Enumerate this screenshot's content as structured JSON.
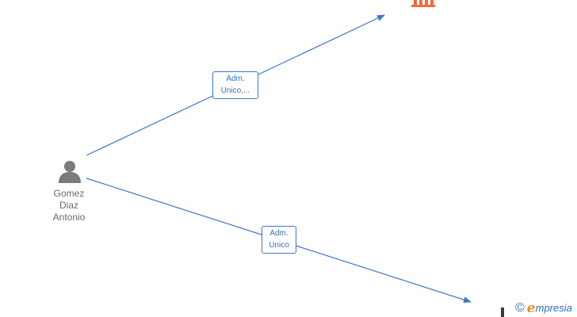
{
  "person": {
    "icon": "person-icon",
    "name_lines": [
      "Gomez",
      "Diaz",
      "Antonio"
    ]
  },
  "company": {
    "icon": "company-building-icon",
    "color": "#f26b3a"
  },
  "edges": [
    {
      "label_lines": [
        "Adm.",
        "Unico,..."
      ]
    },
    {
      "label_lines": [
        "Adm.",
        "Unico"
      ]
    }
  ],
  "colors": {
    "edge": "#3a78c8",
    "label_text": "#2f6ec0",
    "person": "#7b7b7b",
    "brand_accent": "#f08a1c"
  },
  "watermark": {
    "copyright_symbol": "©",
    "brand_first": "e",
    "brand_rest": "mpresia"
  }
}
